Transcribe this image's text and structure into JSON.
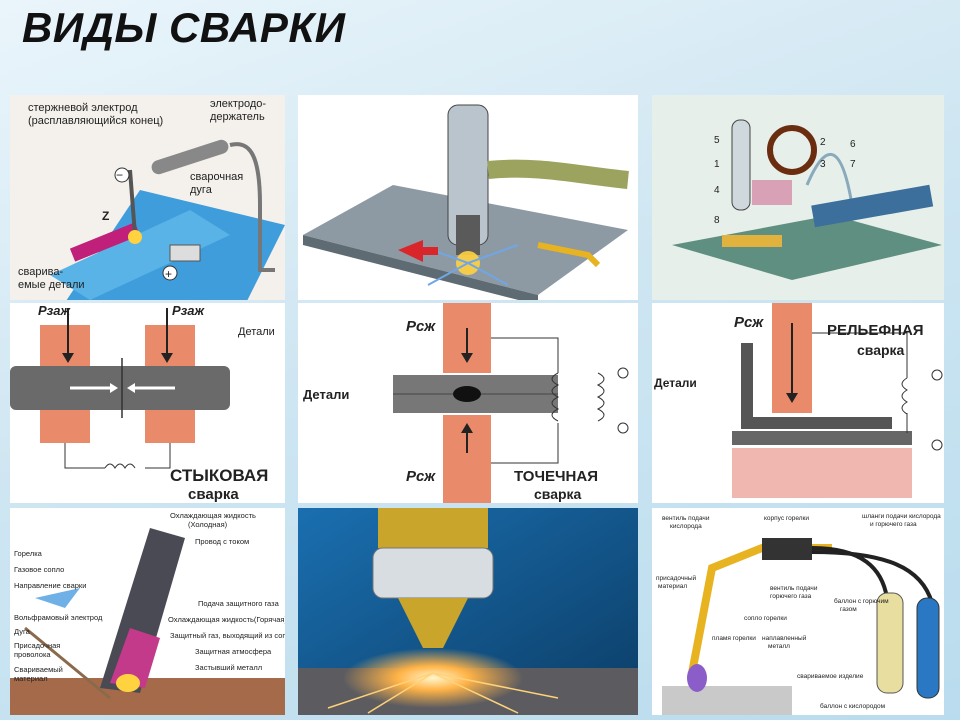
{
  "title": "ВИДЫ СВАРКИ",
  "panels": {
    "p1": {
      "electrode": "стержневой электрод",
      "electrode2": "(расплавляющийся конец)",
      "holder1": "электродо-",
      "holder2": "держатель",
      "arc1": "сварочная",
      "arc2": "дуга",
      "parts1": "сварива-",
      "parts2": "емые детали",
      "z": "Z",
      "minus": "−",
      "plus": "+"
    },
    "p3": {
      "n1": "1",
      "n2": "2",
      "n3": "3",
      "n4": "4",
      "n5": "5",
      "n6": "6",
      "n7": "7",
      "n8": "8"
    },
    "p4": {
      "p_left": "Рзаж",
      "p_right": "Рзаж",
      "parts": "Детали",
      "caption1": "СТЫКОВАЯ",
      "caption2": "сварка"
    },
    "p5": {
      "p_top": "Рсж",
      "p_bottom": "Рсж",
      "parts": "Детали",
      "caption1": "ТОЧЕЧНАЯ",
      "caption2": "сварка"
    },
    "p6": {
      "p_top": "Рсж",
      "parts": "Детали",
      "caption1": "РЕЛЬЕФНАЯ",
      "caption2": "сварка"
    },
    "p7": {
      "l1": "Горелка",
      "l2": "Газовое сопло",
      "l3": "Направление сварки",
      "l4": "Вольфрамовый электрод",
      "l5": "Дуга",
      "l6": "Присадочная",
      "l6b": "проволока",
      "l7": "Свариваемый",
      "l7b": "материал",
      "r1": "Охлаждающая жидкость",
      "r1b": "(Холодная)",
      "r2": "Провод с током",
      "r3": "Подача защитного газа",
      "r4": "Охлаждающая жидкость(Горячая)",
      "r5": "Защитный газ, выходящий из сопла",
      "r6": "Защитная атмосфера",
      "r7": "Застывший металл"
    },
    "p9": {
      "t1": "вентиль подачи",
      "t1b": "кислорода",
      "t2": "корпус горелки",
      "t3": "шланги подачи кислорода",
      "t3b": "и горючего газа",
      "t4": "вентиль подачи",
      "t4b": "горючего газа",
      "t5": "присадочный",
      "t5b": "материал",
      "t6": "сопло горелки",
      "t7": "пламя горелки",
      "t8": "наплавленный",
      "t8b": "металл",
      "t9": "свариваемое изделие",
      "t10": "баллон с горючим",
      "t10b": "газом",
      "t11": "баллон с кислородом"
    }
  }
}
